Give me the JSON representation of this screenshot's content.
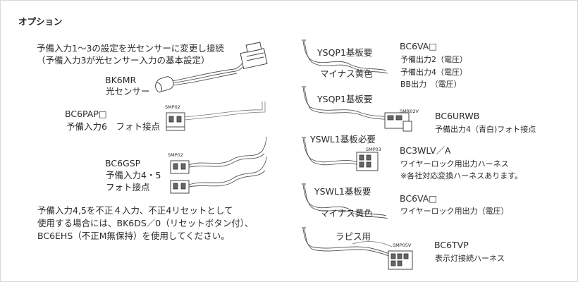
{
  "section_title": "オプション",
  "left": {
    "intro": [
      "予備入力1～3の設定を光センサーに変更し接続",
      "（予備入力3が光センサー入力の基本設定）"
    ],
    "bk6mr": {
      "model": "BK6MR",
      "desc": "光センサー"
    },
    "bc6pap": {
      "model": "BC6PAP□",
      "desc": "予備入力6　フォト接点",
      "connector": "SMP02"
    },
    "bc6gsp": {
      "model": "BC6GSP",
      "desc1": "予備入力4・5",
      "desc2": "フォト接点",
      "connector": "SMP02"
    },
    "note": [
      "予備入力4,5を不正４入力、不正4リセットとして",
      "使用する場合には、BK6DS／0（リセットボタン付）、",
      "BC6EHS（不正M無保持）を使用してください。"
    ]
  },
  "right": {
    "row1": {
      "label_top": "YSQP1基板要",
      "label_bottom": "マイナス黄色",
      "model": "BC6VA□",
      "desc": [
        "予備出力2（電圧）",
        "予備出力4（電圧）",
        "BB出力　（電圧）"
      ]
    },
    "row2": {
      "label_top": "YSQP1基板要",
      "model": "BC6URWB",
      "desc": "予備出力4（青白)フォト接点",
      "connector": "SMR02V"
    },
    "row3": {
      "label_top": "YSWL1基板必要",
      "model": "BC3WLV／A",
      "desc1": "ワイヤーロック用出力ハーネス",
      "desc2": "※各社対応変換ハーネスあります。",
      "connector": "SMP03"
    },
    "row4": {
      "label_top": "YSWL1基板要",
      "label_bottom": "マイナス黄色",
      "model": "BC6VA□",
      "desc": "ワイヤーロック用出力（電圧）"
    },
    "row5": {
      "label_top": "ラピス用",
      "model": "BC6TVP",
      "desc": "表示灯接続ハーネス",
      "connector": "SMP05V"
    }
  }
}
